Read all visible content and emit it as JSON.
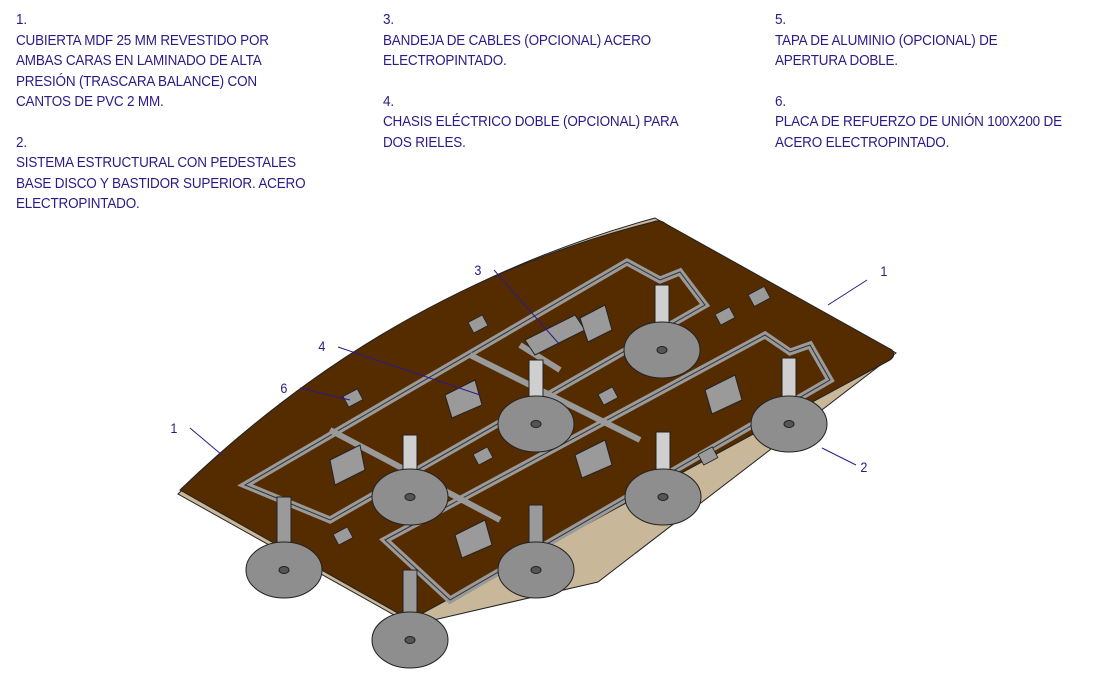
{
  "colors": {
    "text": "#2e1a87",
    "tabletop": "#552b00",
    "tabletop_edge": "#c9b79a",
    "steel": "#9a9a9a",
    "steel_light": "#cfcfcf",
    "disc": "#8e8e8e",
    "outline": "#1a1a1a"
  },
  "notes": [
    {
      "number": "1.",
      "text": "CUBIERTA MDF 25 MM REVESTIDO POR\nAMBAS CARAS EN LAMINADO DE ALTA\nPRESIÓN (TRASCARA BALANCE) CON\nCANTOS DE PVC 2 MM."
    },
    {
      "number": "2.",
      "text": "SISTEMA ESTRUCTURAL CON PEDESTALES\nBASE DISCO Y BASTIDOR SUPERIOR. ACERO\nELECTROPINTADO."
    },
    {
      "number": "3.",
      "text": "BANDEJA DE CABLES (OPCIONAL) ACERO\nELECTROPINTADO."
    },
    {
      "number": "4.",
      "text": "CHASIS ELÉCTRICO DOBLE (OPCIONAL) PARA\nDOS RIELES."
    },
    {
      "number": "5.",
      "text": "TAPA DE ALUMINIO (OPCIONAL) DE\nAPERTURA DOBLE."
    },
    {
      "number": "6.",
      "text": "PLACA DE REFUERZO DE UNIÓN 100X200 DE\nACERO ELECTROPINTADO."
    }
  ],
  "callouts": [
    {
      "label": "1",
      "target": "tabletop-edge-right"
    },
    {
      "label": "1",
      "target": "tabletop-edge-left"
    },
    {
      "label": "2",
      "target": "pedestal-disc"
    },
    {
      "label": "3",
      "target": "cable-tray"
    },
    {
      "label": "4",
      "target": "electric-chassis"
    },
    {
      "label": "6",
      "target": "joint-reinforcement-plate"
    }
  ]
}
